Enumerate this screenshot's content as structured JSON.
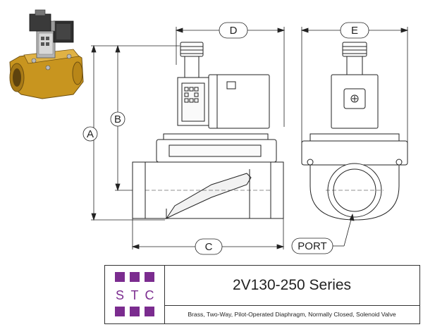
{
  "dimensions": {
    "a": "A",
    "b": "B",
    "c": "C",
    "d": "D",
    "e": "E",
    "port": "PORT"
  },
  "logo": {
    "letters": [
      "S",
      "T",
      "C"
    ],
    "color": "#7b2c8f"
  },
  "title_block": {
    "series": "2V130-250 Series",
    "description": "Brass, Two-Way, Pilot-Operated Diaphragm, Normally Closed, Solenoid Valve"
  },
  "colors": {
    "brass": "#c8951f",
    "coil": "#2f2f2f",
    "line": "#222222"
  }
}
